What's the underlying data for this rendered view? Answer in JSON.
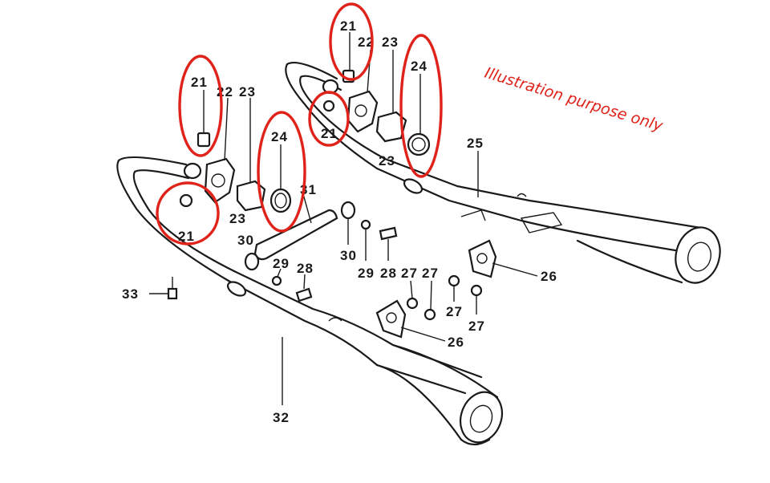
{
  "colors": {
    "highlight": "#e0231a",
    "ink": "#1a1a1a",
    "background": "#ffffff"
  },
  "annotation": {
    "text": "Illustration purpose only"
  },
  "labels": {
    "l21a": "21",
    "l22a": "22",
    "l23a": "23",
    "l24a": "24",
    "l21b": "21",
    "l23b": "23",
    "l31": "31",
    "l30a": "30",
    "l29a": "29",
    "l28a": "28",
    "l33": "33",
    "l32": "32",
    "l21c": "21",
    "l22b": "22",
    "l23c": "23",
    "l24b": "24",
    "l21d": "21",
    "l23d": "23",
    "l25": "25",
    "l30b": "30",
    "l29b": "29",
    "l28b": "28",
    "l27a": "27",
    "l27b": "27",
    "l27c": "27",
    "l27d": "27",
    "l26a": "26",
    "l26b": "26"
  },
  "highlighted_parts": [
    "21",
    "24"
  ]
}
